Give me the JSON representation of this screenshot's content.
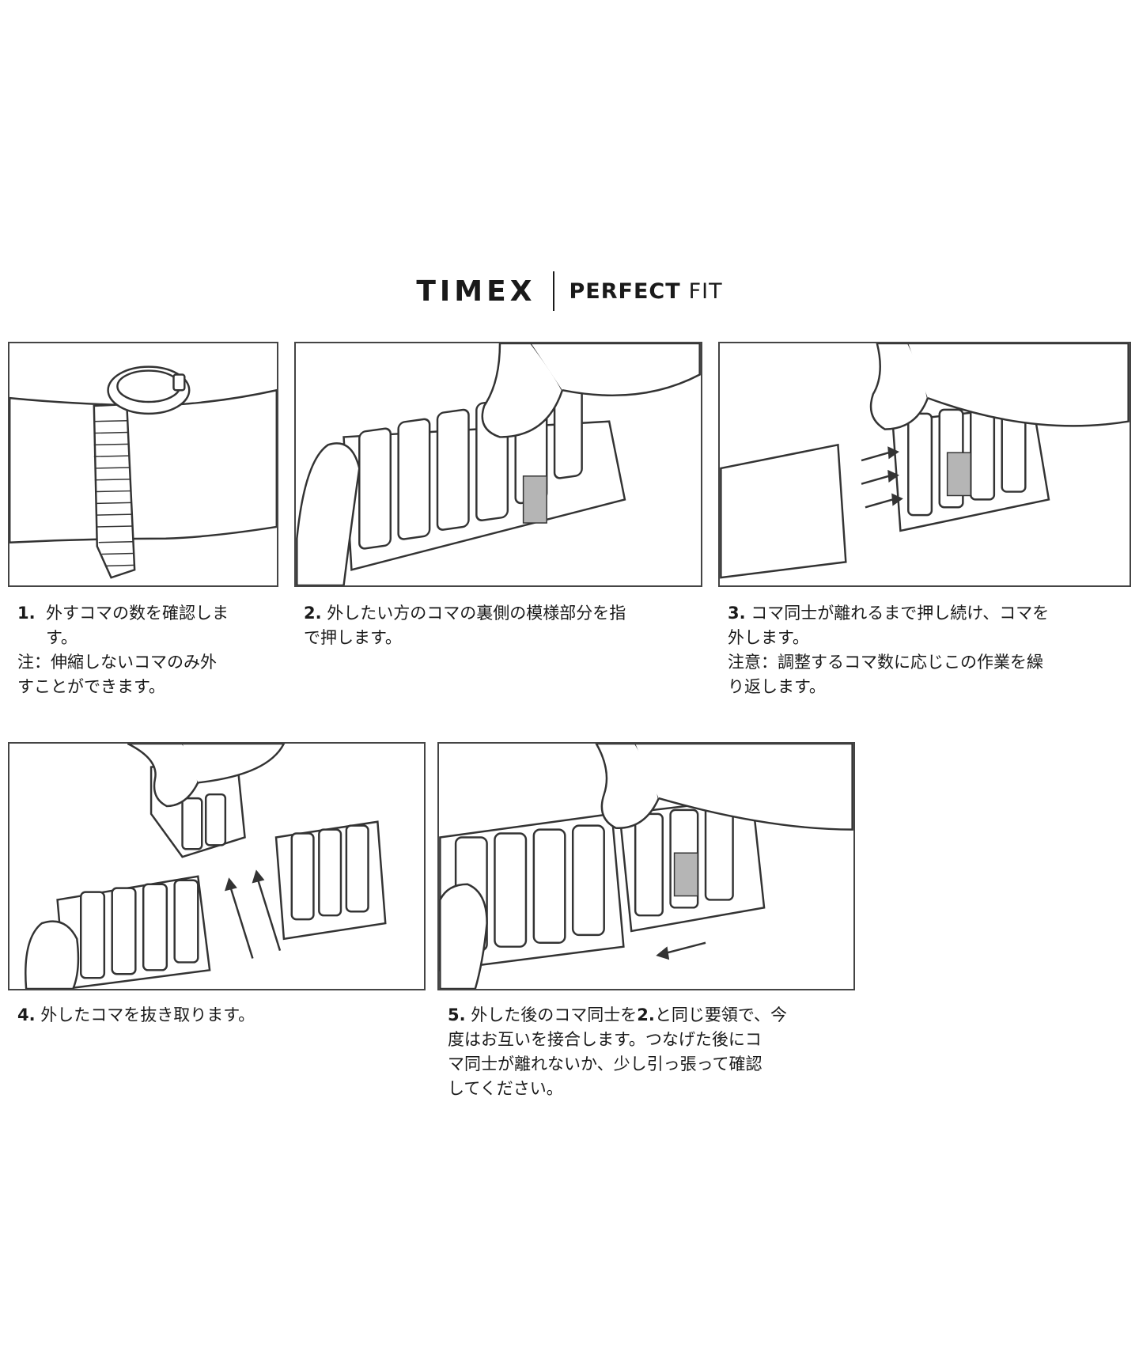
{
  "header": {
    "brand": "TIMEX",
    "product_bold": "PERFECT",
    "product_light": "FIT"
  },
  "steps": [
    {
      "number": "1.",
      "lines": [
        "外すコマの数を確認しま",
        "す。"
      ],
      "note_lines": [
        "注：伸縮しないコマのみ外",
        "すことができます。"
      ]
    },
    {
      "number": "2.",
      "lines": [
        "外したい方のコマの裏側の模様部分を指",
        "で押します。"
      ]
    },
    {
      "number": "3.",
      "lines": [
        "コマ同士が離れるまで押し続け、コマを",
        "外します。"
      ],
      "note_lines": [
        "注意：調整するコマ数に応じこの作業を繰",
        "り返します。"
      ]
    },
    {
      "number": "4.",
      "lines": [
        "外したコマを抜き取ります。"
      ]
    },
    {
      "number": "5.",
      "ref": "2.",
      "lines_a": "外した後のコマ同士を",
      "lines_b": "と同じ要領で、今",
      "lines": [
        "度はお互いを接合します。つなげた後にコ",
        "マ同士が離れないか、少し引っ張って確認",
        "してください。"
      ]
    }
  ],
  "colors": {
    "line": "#333333",
    "fill": "#ffffff",
    "shade": "#b5b5b5"
  }
}
